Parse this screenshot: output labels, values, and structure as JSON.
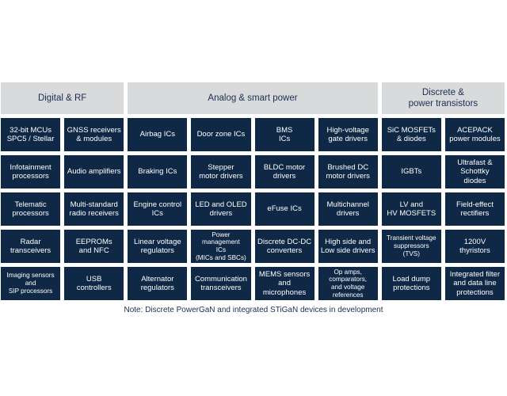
{
  "palette": {
    "box_navy": "#0e2846",
    "header_gray": "#d8dadc",
    "header_text_navy": "#1b2e52",
    "cell_text": "#ffffff",
    "note_text_navy": "#1b2e52",
    "background": "#ffffff"
  },
  "headers": [
    {
      "label": "Digital & RF"
    },
    {
      "label": "Analog & smart power"
    },
    {
      "label": "Discrete &\npower transistors"
    }
  ],
  "rows": [
    {
      "cells": [
        {
          "label": "32-bit MCUs\nSPC5 / Stellar"
        },
        {
          "label": "GNSS receivers\n& modules"
        },
        {
          "label": "Airbag ICs"
        },
        {
          "label": "Door zone ICs"
        },
        {
          "label": "BMS\nICs"
        },
        {
          "label": "High-voltage\ngate drivers"
        },
        {
          "label": "SiC MOSFETs\n& diodes"
        },
        {
          "label": "ACEPACK\npower modules"
        }
      ]
    },
    {
      "cells": [
        {
          "label": "Infotainment\nprocessors"
        },
        {
          "label": "Audio amplifiers"
        },
        {
          "label": "Braking ICs"
        },
        {
          "label": "Stepper\nmotor drivers"
        },
        {
          "label": "BLDC motor\ndrivers"
        },
        {
          "label": "Brushed DC\nmotor drivers"
        },
        {
          "label": "IGBTs"
        },
        {
          "label": "Ultrafast &\nSchottky\ndiodes"
        }
      ]
    },
    {
      "cells": [
        {
          "label": "Telematic\nprocessors"
        },
        {
          "label": "Multi-standard\nradio receivers"
        },
        {
          "label": "Engine control\nICs"
        },
        {
          "label": "LED and OLED\ndrivers"
        },
        {
          "label": "eFuse ICs"
        },
        {
          "label": "Multichannel\ndrivers"
        },
        {
          "label": "LV and\nHV MOSFETS"
        },
        {
          "label": "Field-effect\nrectifiers"
        }
      ]
    },
    {
      "cells": [
        {
          "label": "Radar\ntransceivers"
        },
        {
          "label": "EEPROMs\nand NFC"
        },
        {
          "label": "Linear voltage\nregulators"
        },
        {
          "label": "Power\nmanagement\nICs\n(MICs and SBCs)"
        },
        {
          "label": "Discrete DC-DC\nconverters"
        },
        {
          "label": "High side and\nLow side drivers"
        },
        {
          "label": "Transient voltage\nsuppressors\n(TVS)"
        },
        {
          "label": "1200V\nthyristors"
        }
      ]
    },
    {
      "cells": [
        {
          "label": "Imaging sensors\nand\nSIP processors"
        },
        {
          "label": "USB\ncontrollers"
        },
        {
          "label": "Alternator\nregulators"
        },
        {
          "label": "Communication\ntransceivers"
        },
        {
          "label": "MEMS sensors\nand microphones"
        },
        {
          "label": "Op amps,\ncomparators,\nand voltage\nreferences"
        },
        {
          "label": "Load dump\nprotections"
        },
        {
          "label": "Integrated filter\nand data line\nprotections"
        }
      ]
    }
  ],
  "note": "Note: Discrete PowerGaN and integrated STiGaN devices in development"
}
